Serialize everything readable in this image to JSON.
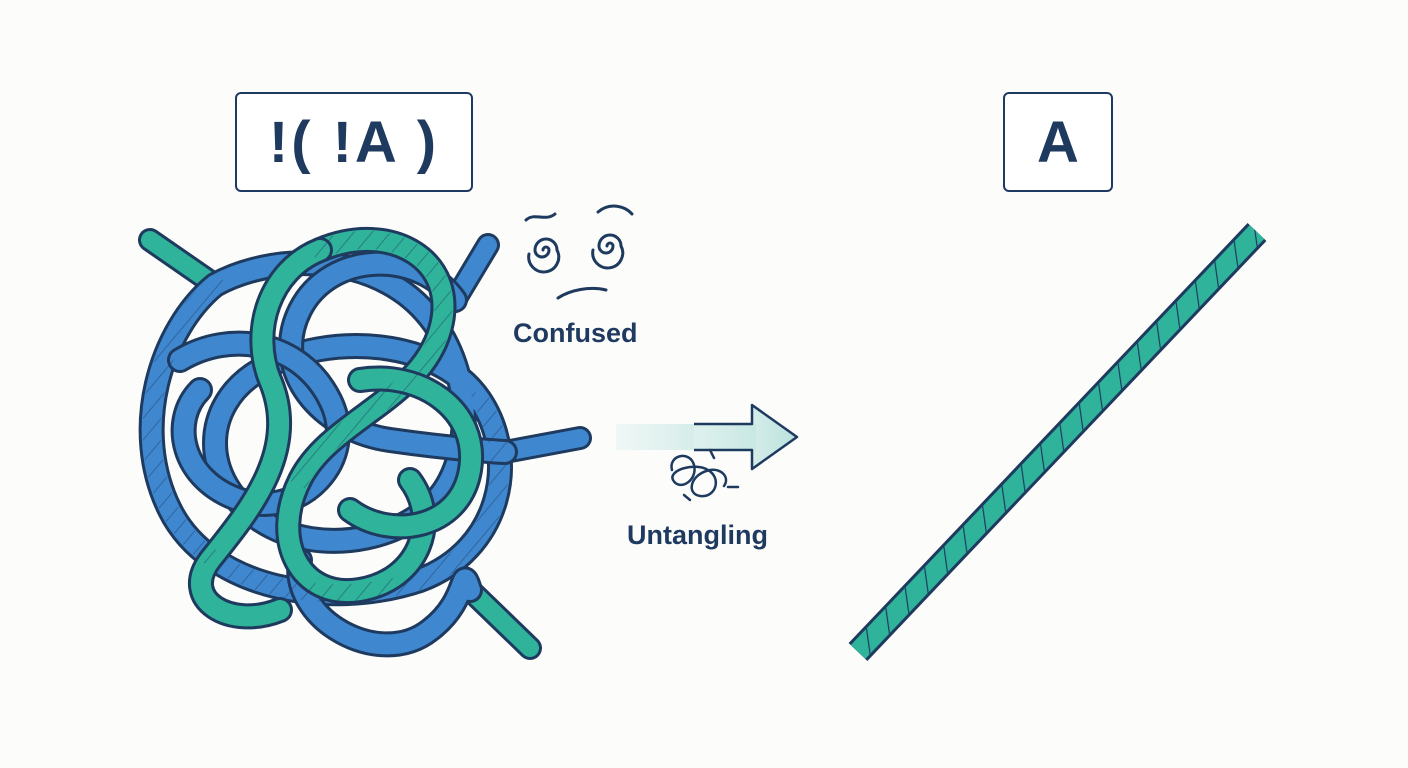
{
  "left_expression": "!( !A )",
  "right_expression": "A",
  "confused_label": "Confused",
  "untangling_label": "Untangling",
  "icons": {
    "tangle": "tangled-rope-icon",
    "face": "dizzy-face-icon",
    "arrow": "arrow-right-icon",
    "knot": "small-knot-icon",
    "straight": "straight-rope-icon"
  },
  "colors": {
    "outline": "#1e3a5f",
    "rope_blue": "#3f87cf",
    "rope_teal": "#2fb39a",
    "arrow_fill": "#cde9e6"
  }
}
